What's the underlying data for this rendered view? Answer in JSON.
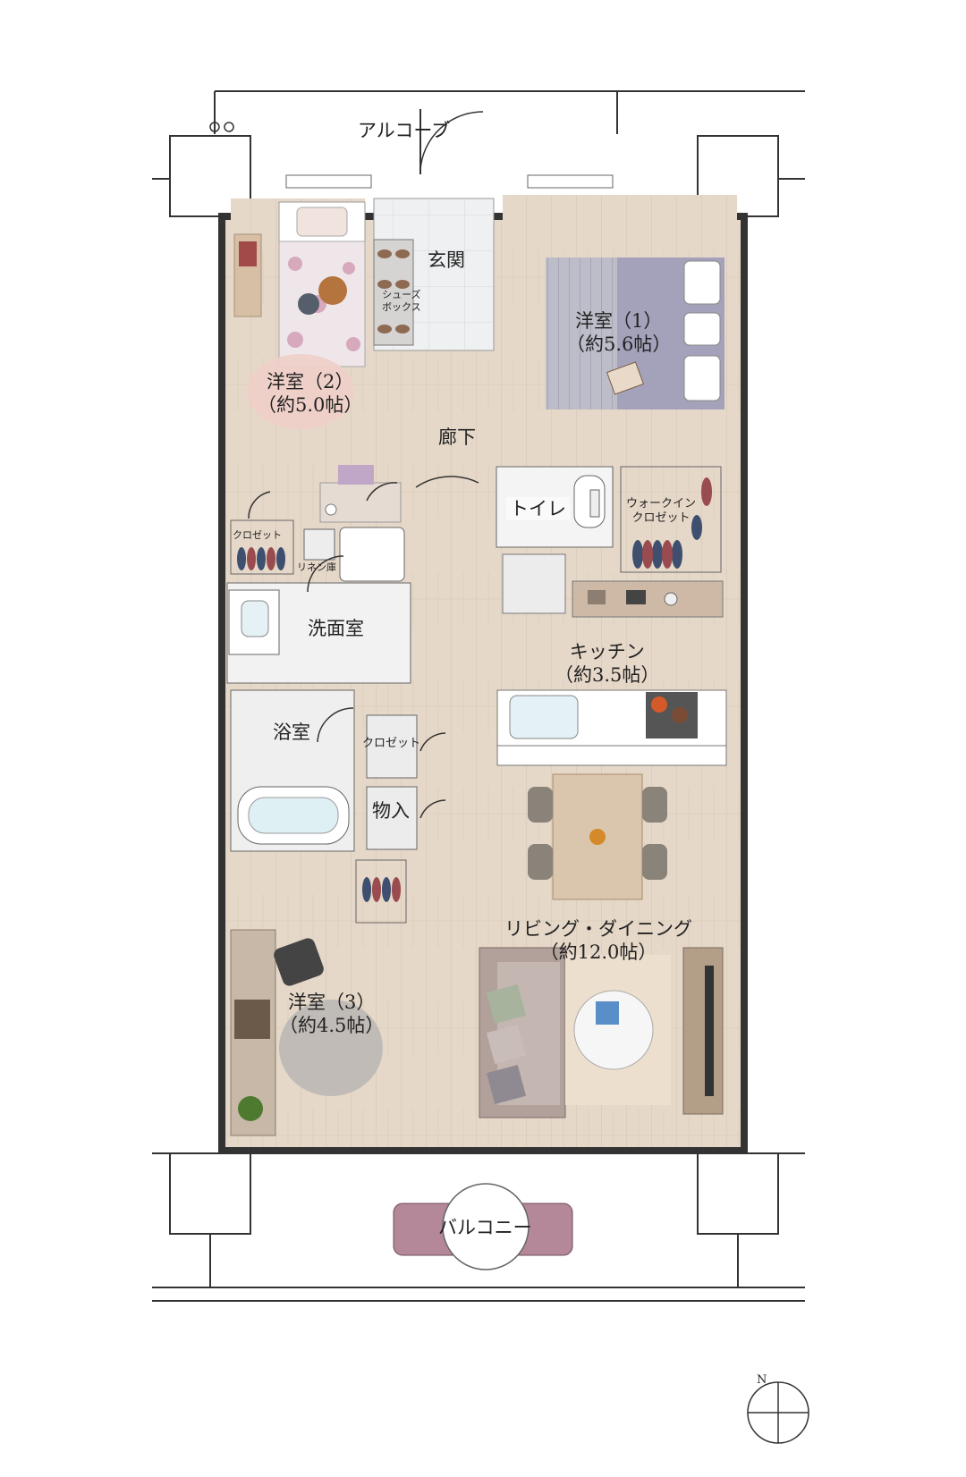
{
  "rooms": {
    "alcove": "アルコーブ",
    "entrance": "玄関",
    "shoe_box_line1": "シューズ",
    "shoe_box_line2": "ボックス",
    "western1_name": "洋室（1）",
    "western1_size": "（約5.6帖）",
    "western2_name": "洋室（2）",
    "western2_size": "（約5.0帖）",
    "corridor": "廊下",
    "toilet": "トイレ",
    "wic_line1": "ウォークイン",
    "wic_line2": "クロゼット",
    "closet_small": "クロゼット",
    "linen": "リネン庫",
    "washroom": "洗面室",
    "kitchen_name": "キッチン",
    "kitchen_size": "（約3.5帖）",
    "bathroom": "浴室",
    "closet": "クロゼット",
    "storage": "物入",
    "living_name": "リビング・ダイニング",
    "living_size": "（約12.0帖）",
    "western3_name": "洋室（3）",
    "western3_size": "（約4.5帖）",
    "balcony": "バルコニー"
  },
  "compass": {
    "label": "N"
  },
  "colors": {
    "wall": "#ffffff",
    "wall_line": "#333333",
    "floor_wood": "#e4d6c5",
    "tile": "#eceeef",
    "bed_western1": "#a4a4ba",
    "rug_western2": "#efcfc9",
    "sofa": "#a89590",
    "balcony_bench": "#b48799"
  }
}
